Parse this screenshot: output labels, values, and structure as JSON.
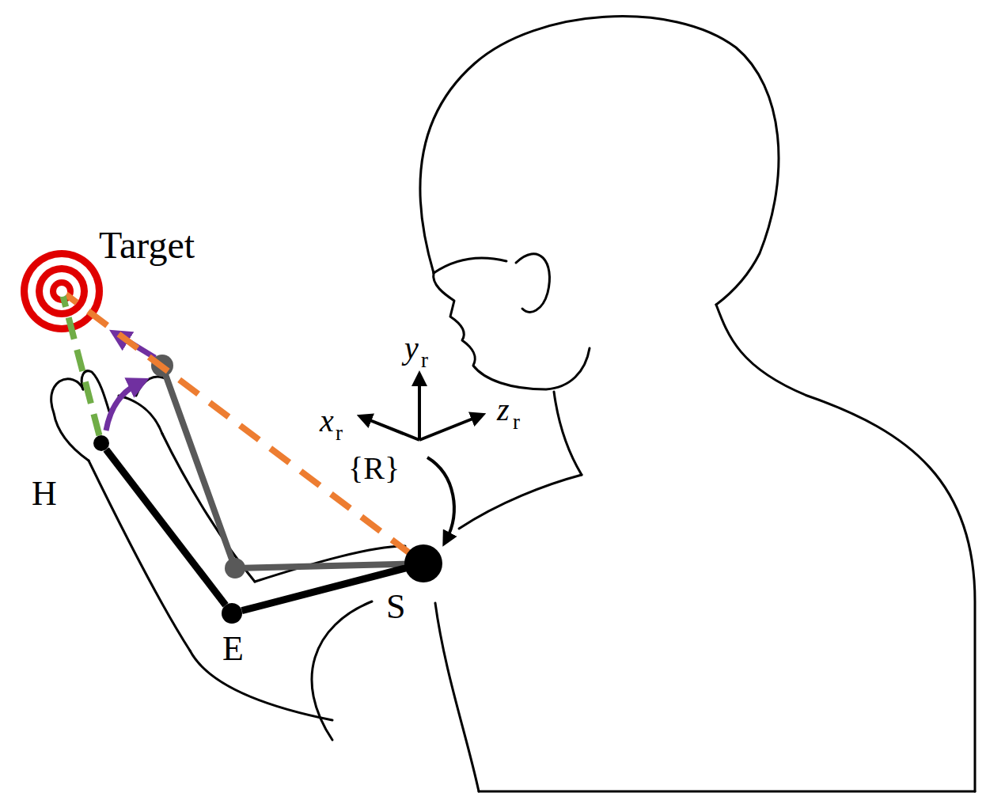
{
  "diagram": {
    "nodes": [
      {
        "text": [
          "Target"
        ]
      },
      {
        "text": [
          "H"
        ]
      },
      {
        "text": [
          "E"
        ]
      },
      {
        "text": [
          "S"
        ]
      }
    ],
    "edges": [
      {
        "from": 3,
        "to": 2,
        "arrow": "none"
      },
      {
        "from": 2,
        "to": 1,
        "arrow": "none"
      },
      {
        "from": 3,
        "to": 0,
        "arrow": "none"
      },
      {
        "from": 1,
        "to": 0,
        "arrow": "none"
      }
    ],
    "labels": [
      "{R}",
      "x",
      "r",
      "y",
      "r",
      "z",
      "r"
    ]
  }
}
